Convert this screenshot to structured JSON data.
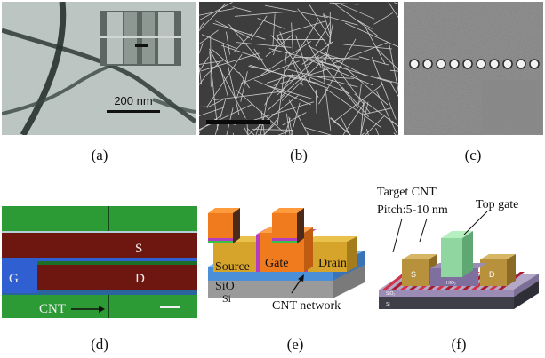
{
  "captions": {
    "a": "(a)",
    "b": "(b)",
    "c": "(c)",
    "d": "(d)",
    "e": "(e)",
    "f": "(f)"
  },
  "panel_a": {
    "scale_label": "200 nm"
  },
  "panel_d": {
    "label_s": "S",
    "label_g": "G",
    "label_d": "D",
    "label_cnt": "CNT"
  },
  "panel_e": {
    "source": "Source",
    "gate": "Gate",
    "drain": "Drain",
    "sio": "SiO",
    "si": "Si",
    "network": "CNT network"
  },
  "panel_f": {
    "target_line1": "Target CNT",
    "target_line2": "Pitch:5-10 nm",
    "top_gate": "Top gate",
    "s": "S",
    "d": "D",
    "hfo2": "HfO₂",
    "sio2": "SiO₂",
    "si": "Si"
  },
  "colors": {
    "tem_bg": "#b9c3bf",
    "sem_bg": "#4c4c4c",
    "d_red": "#7a1a12",
    "d_green": "#2f9a35",
    "d_blue": "#2f5fd0",
    "e_orange": "#f07a1e",
    "e_yellow": "#d6a42b",
    "e_blue": "#4a8fd8",
    "f_red": "#c2283a",
    "f_gold": "#c9a24a",
    "f_green": "#8fd6a0"
  }
}
